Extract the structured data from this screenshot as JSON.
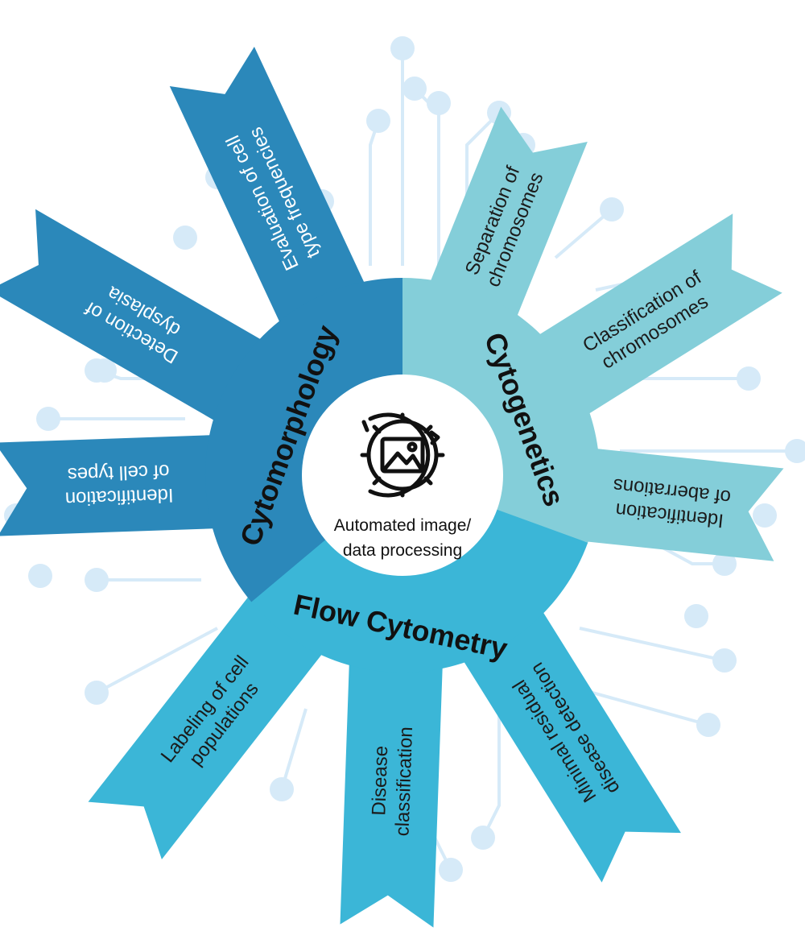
{
  "center": {
    "caption_lines": [
      "Automated image/",
      "data processing"
    ],
    "icon": "image-processing-gear-icon"
  },
  "sectors": [
    {
      "key": "cytomorphology",
      "title": "Cytomorphology",
      "color": "#2b88ba"
    },
    {
      "key": "cytogenetics",
      "title": "Cytogenetics",
      "color": "#84ced9"
    },
    {
      "key": "flow",
      "title": "Flow Cytometry",
      "color": "#3bb6d7"
    }
  ],
  "rays": [
    {
      "sector": "cytomorphology",
      "lines": [
        "Evaluation of cell",
        "type frequencies"
      ],
      "text_color": "#ffffff"
    },
    {
      "sector": "cytomorphology",
      "lines": [
        "Detection of",
        "dysplasia"
      ],
      "text_color": "#ffffff"
    },
    {
      "sector": "cytomorphology",
      "lines": [
        "Identification",
        "of cell types"
      ],
      "text_color": "#ffffff"
    },
    {
      "sector": "cytogenetics",
      "lines": [
        "Separation of",
        "chromosomes"
      ],
      "text_color": "#1b1b1b"
    },
    {
      "sector": "cytogenetics",
      "lines": [
        "Classification of",
        "chromosomes"
      ],
      "text_color": "#1b1b1b"
    },
    {
      "sector": "cytogenetics",
      "lines": [
        "Identification",
        "of aberrations"
      ],
      "text_color": "#1b1b1b"
    },
    {
      "sector": "flow",
      "lines": [
        "Minimal residual",
        "disease detection"
      ],
      "text_color": "#1b1b1b"
    },
    {
      "sector": "flow",
      "lines": [
        "Disease",
        "classification"
      ],
      "text_color": "#1b1b1b"
    },
    {
      "sector": "flow",
      "lines": [
        "Labeling of cell",
        "populations"
      ],
      "text_color": "#1b1b1b"
    }
  ],
  "colors": {
    "circuit": "#d6eaf8",
    "center_fill": "#ffffff",
    "icon_stroke": "#111111"
  }
}
